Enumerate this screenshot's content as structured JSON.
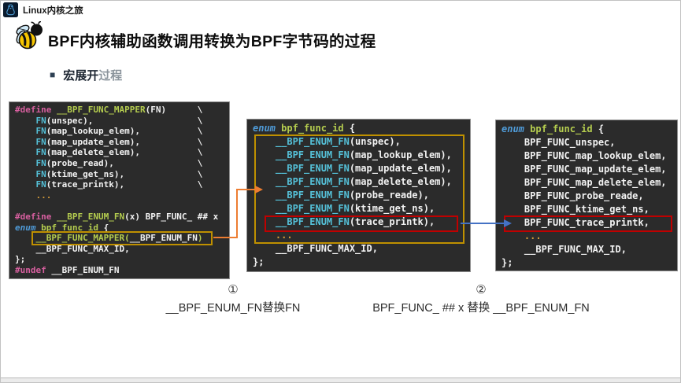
{
  "header": {
    "brand": "Linux内核之旅",
    "title": "BPF内核辅助函数调用转换为BPF字节码的过程"
  },
  "section": {
    "bullet": "■",
    "title_strong": "宏展开",
    "title_light": "过程"
  },
  "code_blocks": {
    "left": {
      "lines": [
        [
          {
            "c": "pink",
            "t": "#define "
          },
          {
            "c": "green",
            "t": "__BPF_FUNC_MAPPER"
          },
          {
            "c": "white",
            "t": "(FN)      \\"
          }
        ],
        [
          {
            "c": "white",
            "t": "    "
          },
          {
            "c": "cyan",
            "t": "FN"
          },
          {
            "c": "white",
            "t": "(unspec),                    \\"
          }
        ],
        [
          {
            "c": "white",
            "t": "    "
          },
          {
            "c": "cyan",
            "t": "FN"
          },
          {
            "c": "white",
            "t": "(map_lookup_elem),           \\"
          }
        ],
        [
          {
            "c": "white",
            "t": "    "
          },
          {
            "c": "cyan",
            "t": "FN"
          },
          {
            "c": "white",
            "t": "(map_update_elem),           \\"
          }
        ],
        [
          {
            "c": "white",
            "t": "    "
          },
          {
            "c": "cyan",
            "t": "FN"
          },
          {
            "c": "white",
            "t": "(map_delete_elem),           \\"
          }
        ],
        [
          {
            "c": "white",
            "t": "    "
          },
          {
            "c": "cyan",
            "t": "FN"
          },
          {
            "c": "white",
            "t": "(probe_read),                \\"
          }
        ],
        [
          {
            "c": "white",
            "t": "    "
          },
          {
            "c": "cyan",
            "t": "FN"
          },
          {
            "c": "white",
            "t": "(ktime_get_ns),              \\"
          }
        ],
        [
          {
            "c": "white",
            "t": "    "
          },
          {
            "c": "cyan",
            "t": "FN"
          },
          {
            "c": "white",
            "t": "(trace_printk),              \\"
          }
        ],
        [
          {
            "c": "white",
            "t": "    "
          },
          {
            "c": "orange",
            "t": "..."
          }
        ],
        [],
        [
          {
            "c": "pink",
            "t": "#define "
          },
          {
            "c": "green",
            "t": "__BPF_ENUM_FN"
          },
          {
            "c": "white",
            "t": "(x) BPF_FUNC_ ## x"
          }
        ],
        [
          {
            "c": "kw",
            "t": "enum"
          },
          {
            "c": "white",
            "t": " "
          },
          {
            "c": "green",
            "t": "bpf_func_id"
          },
          {
            "c": "white",
            "t": " {"
          }
        ],
        [
          {
            "c": "white",
            "t": "    "
          },
          {
            "c": "green",
            "t": "__BPF_FUNC_MAPPER("
          },
          {
            "c": "white",
            "t": "__BPF_ENUM_FN"
          },
          {
            "c": "green",
            "t": ")"
          }
        ],
        [
          {
            "c": "white",
            "t": "    __BPF_FUNC_MAX_ID,"
          }
        ],
        [
          {
            "c": "white",
            "t": "};"
          }
        ],
        [
          {
            "c": "pink",
            "t": "#undef "
          },
          {
            "c": "white",
            "t": "__BPF_ENUM_FN"
          }
        ]
      ]
    },
    "middle": {
      "lines": [
        [
          {
            "c": "kw",
            "t": "enum"
          },
          {
            "c": "white",
            "t": " "
          },
          {
            "c": "green",
            "t": "bpf_func_id"
          },
          {
            "c": "white",
            "t": " {"
          }
        ],
        [
          {
            "c": "white",
            "t": "    "
          },
          {
            "c": "cyan",
            "t": "__BPF_ENUM_FN"
          },
          {
            "c": "white",
            "t": "(unspec),"
          }
        ],
        [
          {
            "c": "white",
            "t": "    "
          },
          {
            "c": "cyan",
            "t": "__BPF_ENUM_FN"
          },
          {
            "c": "white",
            "t": "(map_lookup_elem),"
          }
        ],
        [
          {
            "c": "white",
            "t": "    "
          },
          {
            "c": "cyan",
            "t": "__BPF_ENUM_FN"
          },
          {
            "c": "white",
            "t": "(map_update_elem),"
          }
        ],
        [
          {
            "c": "white",
            "t": "    "
          },
          {
            "c": "cyan",
            "t": "__BPF_ENUM_FN"
          },
          {
            "c": "white",
            "t": "(map_delete_elem),"
          }
        ],
        [
          {
            "c": "white",
            "t": "    "
          },
          {
            "c": "cyan",
            "t": "__BPF_ENUM_FN"
          },
          {
            "c": "white",
            "t": "(probe_reade),"
          }
        ],
        [
          {
            "c": "white",
            "t": "    "
          },
          {
            "c": "cyan",
            "t": "__BPF_ENUM_FN"
          },
          {
            "c": "white",
            "t": "(ktime_get_ns),"
          }
        ],
        [
          {
            "c": "white",
            "t": "    "
          },
          {
            "c": "cyan",
            "t": "__BPF_ENUM_FN"
          },
          {
            "c": "white",
            "t": "(trace_printk),"
          }
        ],
        [
          {
            "c": "white",
            "t": "    "
          },
          {
            "c": "orange",
            "t": "..."
          }
        ],
        [
          {
            "c": "white",
            "t": "    __BPF_FUNC_MAX_ID,"
          }
        ],
        [
          {
            "c": "white",
            "t": "};"
          }
        ]
      ]
    },
    "right": {
      "lines": [
        [
          {
            "c": "kw",
            "t": "enum"
          },
          {
            "c": "white",
            "t": " "
          },
          {
            "c": "green",
            "t": "bpf_func_id"
          },
          {
            "c": "white",
            "t": " {"
          }
        ],
        [
          {
            "c": "white",
            "t": "    BPF_FUNC_unspec,"
          }
        ],
        [
          {
            "c": "white",
            "t": "    BPF_FUNC_map_lookup_elem,"
          }
        ],
        [
          {
            "c": "white",
            "t": "    BPF_FUNC_map_update_elem,"
          }
        ],
        [
          {
            "c": "white",
            "t": "    BPF_FUNC_map_delete_elem,"
          }
        ],
        [
          {
            "c": "white",
            "t": "    BPF_FUNC_probe_reade,"
          }
        ],
        [
          {
            "c": "white",
            "t": "    BPF_FUNC_ktime_get_ns,"
          }
        ],
        [
          {
            "c": "white",
            "t": "    BPF_FUNC_trace_printk,"
          }
        ],
        [
          {
            "c": "white",
            "t": "    "
          },
          {
            "c": "orange",
            "t": "..."
          }
        ],
        [
          {
            "c": "white",
            "t": "    __BPF_FUNC_MAX_ID,"
          }
        ],
        [
          {
            "c": "white",
            "t": "};"
          }
        ]
      ]
    }
  },
  "annotations": {
    "step1_num": "①",
    "step1_label": "__BPF_ENUM_FN替换FN",
    "step2_num": "②",
    "step2_label": "BPF_FUNC_ ## x 替换 __BPF_ENUM_FN"
  },
  "colors": {
    "code_background": "#2B2B2B",
    "highlight_yellow_box": "#BF9000",
    "highlight_red_box": "#C00000",
    "arrow_orange": "#ED7D31",
    "arrow_blue": "#4472C4",
    "token_preprocessor": "#D75F9F",
    "token_function": "#B5CD4F",
    "token_macro_call": "#55C1D9",
    "token_keyword": "#4F9BD8",
    "token_plain": "#F2F2F2",
    "token_ellipsis": "#D29A3A"
  }
}
